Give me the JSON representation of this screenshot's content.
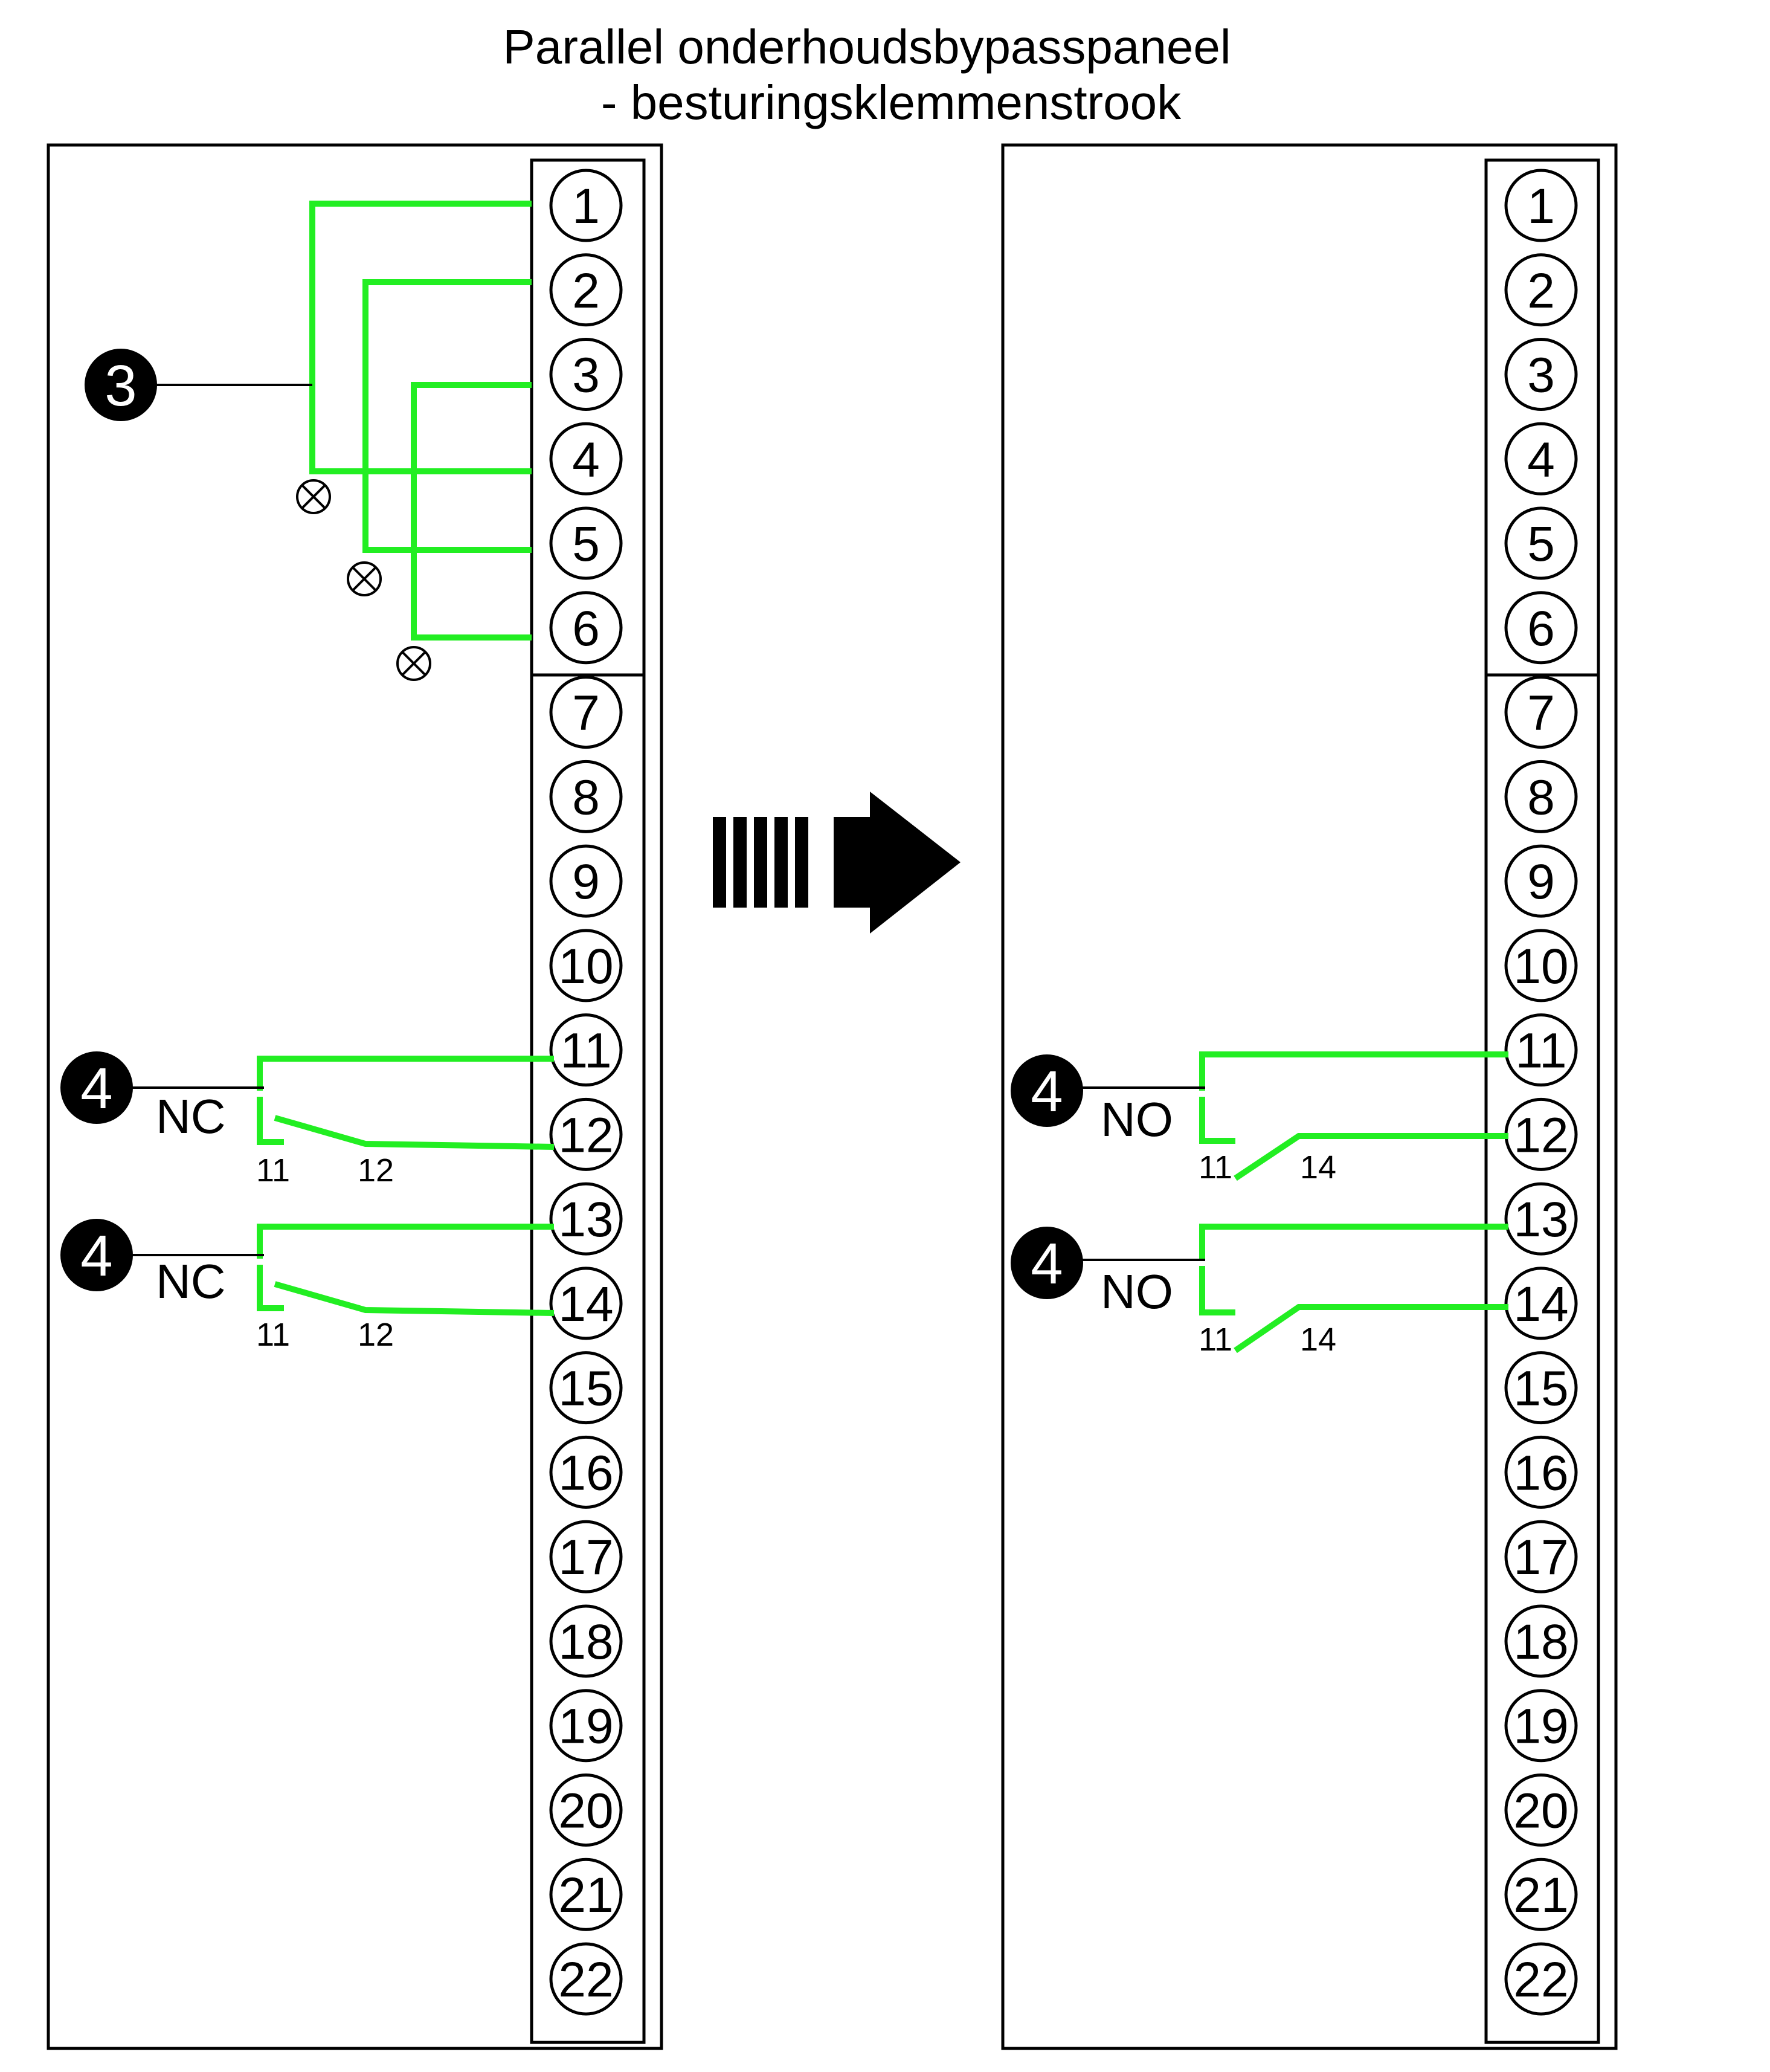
{
  "title": {
    "line1": "Parallel onderhoudsbypasspaneel",
    "line2": "- besturingsklemmenstrook"
  },
  "terminals": [
    "1",
    "2",
    "3",
    "4",
    "5",
    "6",
    "7",
    "8",
    "9",
    "10",
    "11",
    "12",
    "13",
    "14",
    "15",
    "16",
    "17",
    "18",
    "19",
    "20",
    "21",
    "22"
  ],
  "left_panel": {
    "lamp_callout": "3",
    "contacts": [
      {
        "callout": "4",
        "type": "NC",
        "pin_a": "11",
        "pin_b": "12"
      },
      {
        "callout": "4",
        "type": "NC",
        "pin_a": "11",
        "pin_b": "12"
      }
    ]
  },
  "right_panel": {
    "contacts": [
      {
        "callout": "4",
        "type": "NO",
        "pin_a": "11",
        "pin_b": "14"
      },
      {
        "callout": "4",
        "type": "NO",
        "pin_a": "11",
        "pin_b": "14"
      }
    ]
  },
  "colors": {
    "wire": "#22ee22",
    "line": "#000000",
    "background": "#ffffff"
  },
  "icons": {
    "arrow": "right-arrow-icon",
    "lamp": "lamp-cross-icon"
  }
}
